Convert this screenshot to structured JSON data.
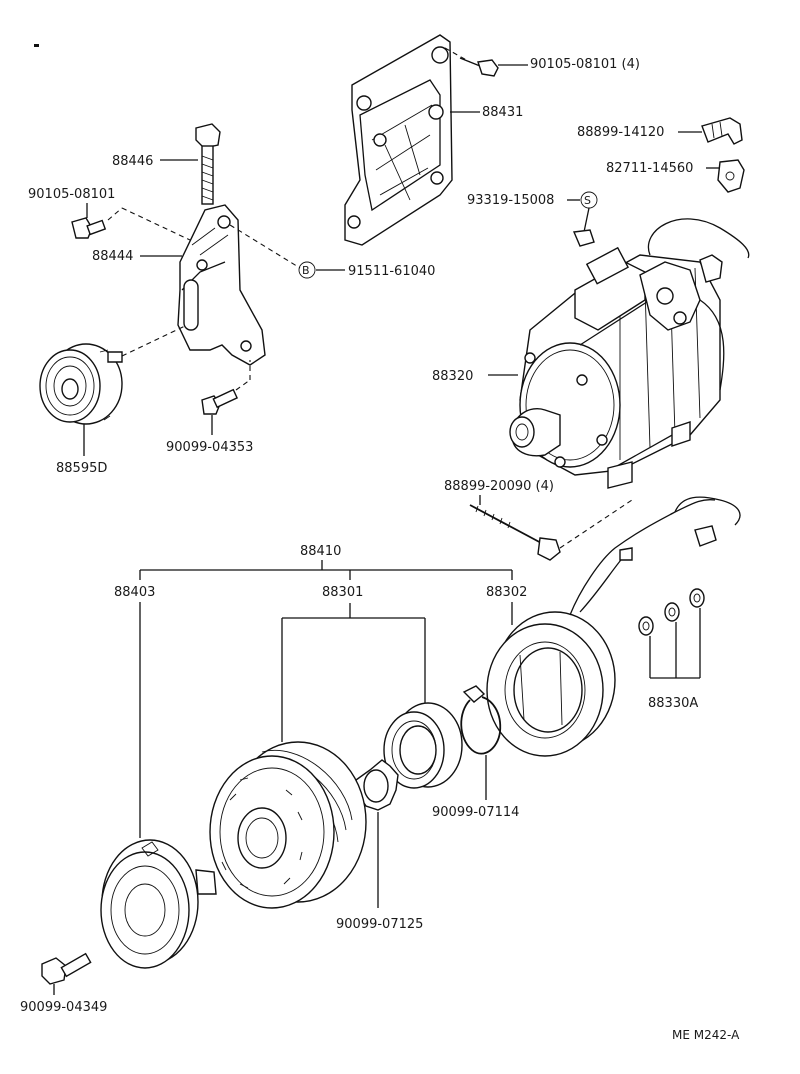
{
  "diagram_code": "ME M242-A",
  "labels": {
    "p90105_08101_4": "90105-08101 (4)",
    "p88431": "88431",
    "p88899_14120": "88899-14120",
    "p82711_14560": "82711-14560",
    "p93319_15008": "93319-15008",
    "p88446": "88446",
    "p90105_08101": "90105-08101",
    "p88444": "88444",
    "p91511_61040": "91511-61040",
    "p88320": "88320",
    "p90099_04353": "90099-04353",
    "p88595D": "88595D",
    "p88899_20090_4": "88899-20090 (4)",
    "p88410": "88410",
    "p88403": "88403",
    "p88301": "88301",
    "p88302": "88302",
    "p88330A": "88330A",
    "p90099_07114": "90099-07114",
    "p90099_07125": "90099-07125",
    "p90099_04349": "90099-04349"
  },
  "callout_markers": {
    "s": "S",
    "b": "B"
  }
}
